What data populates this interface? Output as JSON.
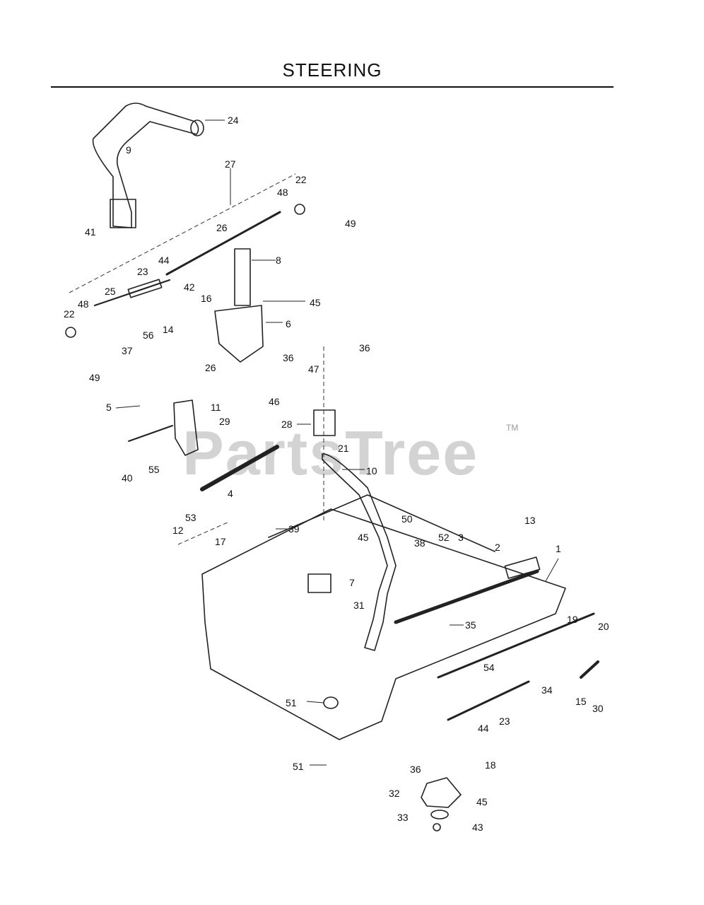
{
  "title": "STEERING",
  "watermark": {
    "text": "PartsTree",
    "mark": "TM"
  },
  "callouts": [
    "24",
    "9",
    "27",
    "22",
    "48",
    "41",
    "49",
    "26",
    "8",
    "44",
    "23",
    "25",
    "48",
    "22",
    "45",
    "42",
    "16",
    "6",
    "36",
    "37",
    "56",
    "14",
    "49",
    "26",
    "36",
    "47",
    "46",
    "5",
    "11",
    "29",
    "28",
    "21",
    "10",
    "40",
    "55",
    "4",
    "53",
    "12",
    "17",
    "39",
    "45",
    "50",
    "38",
    "52",
    "3",
    "13",
    "2",
    "1",
    "7",
    "31",
    "35",
    "19",
    "20",
    "54",
    "34",
    "15",
    "51",
    "30",
    "44",
    "23",
    "18",
    "51",
    "36",
    "32",
    "45",
    "33",
    "43"
  ]
}
